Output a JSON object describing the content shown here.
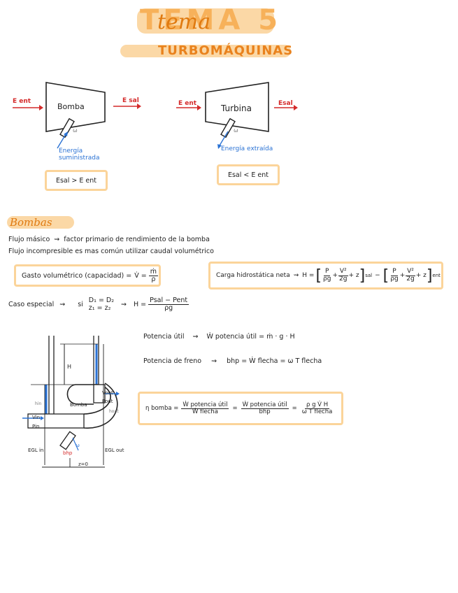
{
  "header": {
    "title_main": "TEMA 5",
    "title_script": "tema",
    "title_number": "5",
    "subtitle": "TURBOMÁQUINAS"
  },
  "diagram_top": {
    "pump": {
      "e_in": "E ent",
      "label": "Bomba",
      "e_out": "E sal",
      "omega": "ω",
      "energy": "Energía suministrada",
      "relation": "Esal > E ent"
    },
    "turbine": {
      "e_in": "E ent",
      "label": "Turbina",
      "e_out": "Esal",
      "omega": "ω",
      "energy": "Energía extraída",
      "relation": "Esal < E ent"
    }
  },
  "section_bombas": {
    "heading": "Bombas",
    "line1_a": "Flujo másico",
    "line1_b": "factor primario de rendimiento de la bomba",
    "line2": "Flujo incompresible es mas común utilizar caudal volumétrico",
    "gasto": {
      "label": "Gasto volumétrico (capacidad) =",
      "lhs": "V̇ =",
      "num": "ṁ",
      "den": "ρ"
    },
    "carga": {
      "label": "Carga hidrostática neta",
      "H": "H =",
      "term_p_num": "P",
      "term_p_den": "ρg",
      "term_v_num": "V²",
      "term_v_den": "2g",
      "term_z": "+ z",
      "sub_sal": "sal",
      "minus": "−",
      "sub_ent": "ent"
    },
    "caso": {
      "label": "Caso especial",
      "si": "si",
      "cond1": "D₁ = D₂",
      "cond2": "z₁ = z₂",
      "H": "H =",
      "num": "Psal − Pent",
      "den": "ρg"
    }
  },
  "diagram_pump": {
    "H": "H",
    "bomba": "Bomba",
    "vin": "Vin",
    "pin": "Pin",
    "vout": "Vout",
    "pout": "Pout",
    "egl_in": "EGL in",
    "egl_out": "EGL out",
    "omega": "ω",
    "bhp": "bhp",
    "z0": "z=0",
    "hin": "hin",
    "hout": "hout"
  },
  "formulas": {
    "potencia_util_label": "Potencia útil",
    "potencia_util_expr": "Ẇ potencia útil = ṁ · g · H",
    "potencia_freno_label": "Potencia de freno",
    "potencia_freno_expr": "bhp = Ẇ flecha = ω T flecha",
    "eta": {
      "lhs": "η bomba =",
      "f1_num": "Ẇ potencia útil",
      "f1_den": "Ẇ flecha",
      "eq1": "=",
      "f2_num": "Ẇ potencia útil",
      "f2_den": "bhp",
      "eq2": "=",
      "f3_num": "ρ g V̇ H",
      "f3_den": "ω T flecha"
    }
  },
  "colors": {
    "accent_orange": "#f7b15a",
    "box_orange": "#fbd49a",
    "arrow_red": "#d42a2a",
    "arrow_blue": "#2a72d4"
  }
}
